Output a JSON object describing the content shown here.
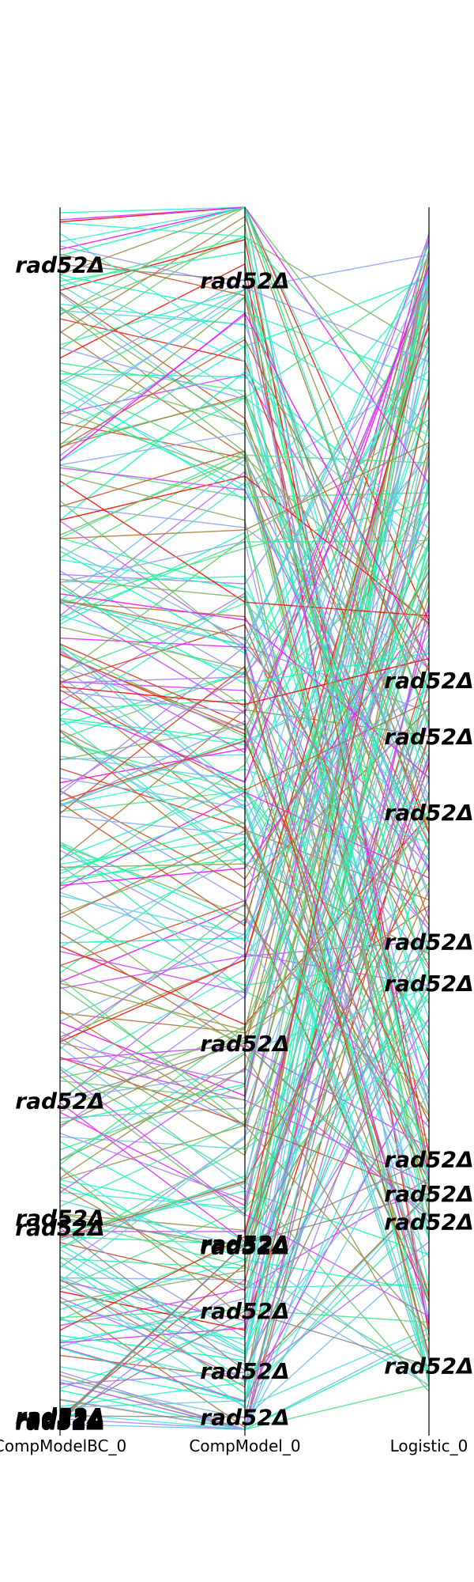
{
  "chart_data": {
    "type": "parallel_coordinates",
    "axes": [
      "CompModelBC_0",
      "CompModel_0",
      "Logistic_0"
    ],
    "colormap": "rainbow",
    "line_count": 300,
    "highlight_label": "rad52Δ",
    "highlight_series": [
      {
        "name": "rad52Δ",
        "values": [
          0.953,
          0.94,
          0.505
        ]
      },
      {
        "name": "rad52Δ",
        "values": [
          0.269,
          0.316,
          0.17
        ]
      },
      {
        "name": "rad52Δ",
        "values": [
          0.173,
          0.15,
          0.399
        ]
      },
      {
        "name": "rad52Δ",
        "values": [
          0.165,
          0.048,
          0.365
        ]
      },
      {
        "name": "rad52Δ",
        "values": [
          0.011,
          0.01,
          0.613
        ]
      },
      {
        "name": "rad52Δ",
        "values": [
          0.009,
          0.097,
          0.052
        ]
      },
      {
        "name": "rad52Δ",
        "values": [
          0.008,
          0.152,
          0.567
        ]
      },
      {
        "name": "rad52Δ",
        "values": [
          0.007,
          0.152,
          0.221
        ]
      },
      {
        "name": "rad52Δ",
        "values": [
          0.006,
          0.152,
          0.193
        ]
      }
    ],
    "background_series_seed": 52
  }
}
